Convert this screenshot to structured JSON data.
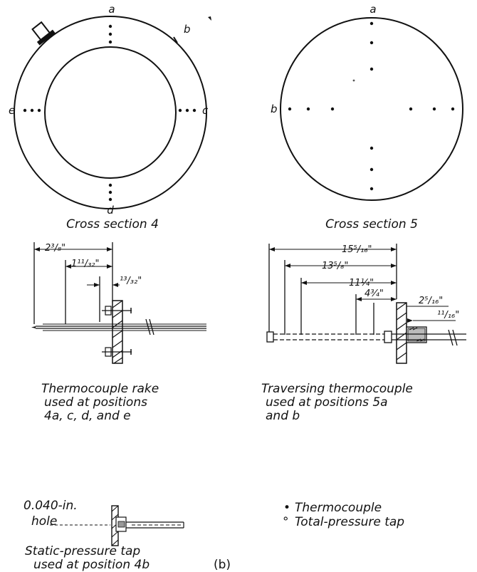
{
  "figure_label": "(b)",
  "cross_section_4": {
    "caption": "Cross section 4",
    "positions": {
      "a": "a",
      "b": "b",
      "c": "c",
      "d": "d",
      "e": "e"
    }
  },
  "cross_section_5": {
    "caption": "Cross section 5",
    "positions": {
      "a": "a",
      "b": "b"
    }
  },
  "rake_4": {
    "dims": [
      "2³/₈\"",
      "1¹¹/₃₂\"",
      "¹³/₃₂\""
    ],
    "caption": [
      "Thermocouple rake",
      "used at positions",
      "4a, c, d, and e"
    ]
  },
  "traverse_5": {
    "dims": [
      "15⁵/₁₆\"",
      "13⁵/₈\"",
      "11¼\"",
      "4¾\"",
      "2⁵/₁₆\"",
      "¹¹/₁₆\""
    ],
    "caption": [
      "Traversing thermocouple",
      "used at positions 5a",
      "and b"
    ]
  },
  "static_tap": {
    "hole_label": [
      "0.040-in.",
      "hole"
    ],
    "caption": [
      "Static-pressure tap",
      "used at position 4b"
    ]
  },
  "legend": {
    "items": [
      {
        "symbol": "•",
        "label": "Thermocouple"
      },
      {
        "symbol": "°",
        "label": "Total-pressure tap"
      }
    ]
  }
}
